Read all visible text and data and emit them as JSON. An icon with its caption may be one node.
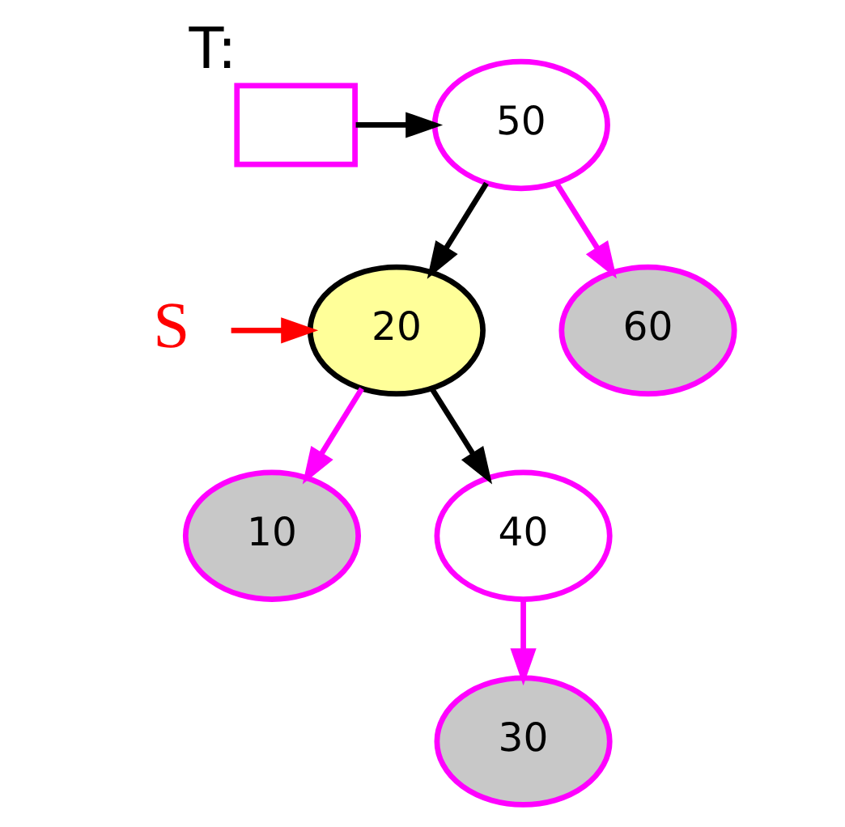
{
  "diagram": {
    "nodes": [
      {
        "text": [],
        "shape": "box",
        "beside": [
          "T:"
        ]
      },
      {
        "text": [
          "50"
        ]
      },
      {
        "text": [
          "20"
        ]
      },
      {
        "text": [
          "60"
        ]
      },
      {
        "text": [
          "10"
        ]
      },
      {
        "text": [
          "40"
        ]
      },
      {
        "text": [
          "30"
        ]
      },
      {
        "text": [
          "S"
        ]
      }
    ],
    "edges": [
      {
        "from": 0,
        "to": 1,
        "arrow": "to",
        "color": "#000000"
      },
      {
        "from": 1,
        "to": 2,
        "arrow": "to",
        "color": "#000000"
      },
      {
        "from": 1,
        "to": 3,
        "arrow": "to",
        "color": "#ff00ff"
      },
      {
        "from": 7,
        "to": 2,
        "arrow": "to",
        "color": "#ff0000"
      },
      {
        "from": 2,
        "to": 4,
        "arrow": "to",
        "color": "#ff00ff"
      },
      {
        "from": 2,
        "to": 5,
        "arrow": "to",
        "color": "#000000"
      },
      {
        "from": 5,
        "to": 6,
        "arrow": "to",
        "color": "#ff00ff"
      }
    ]
  }
}
